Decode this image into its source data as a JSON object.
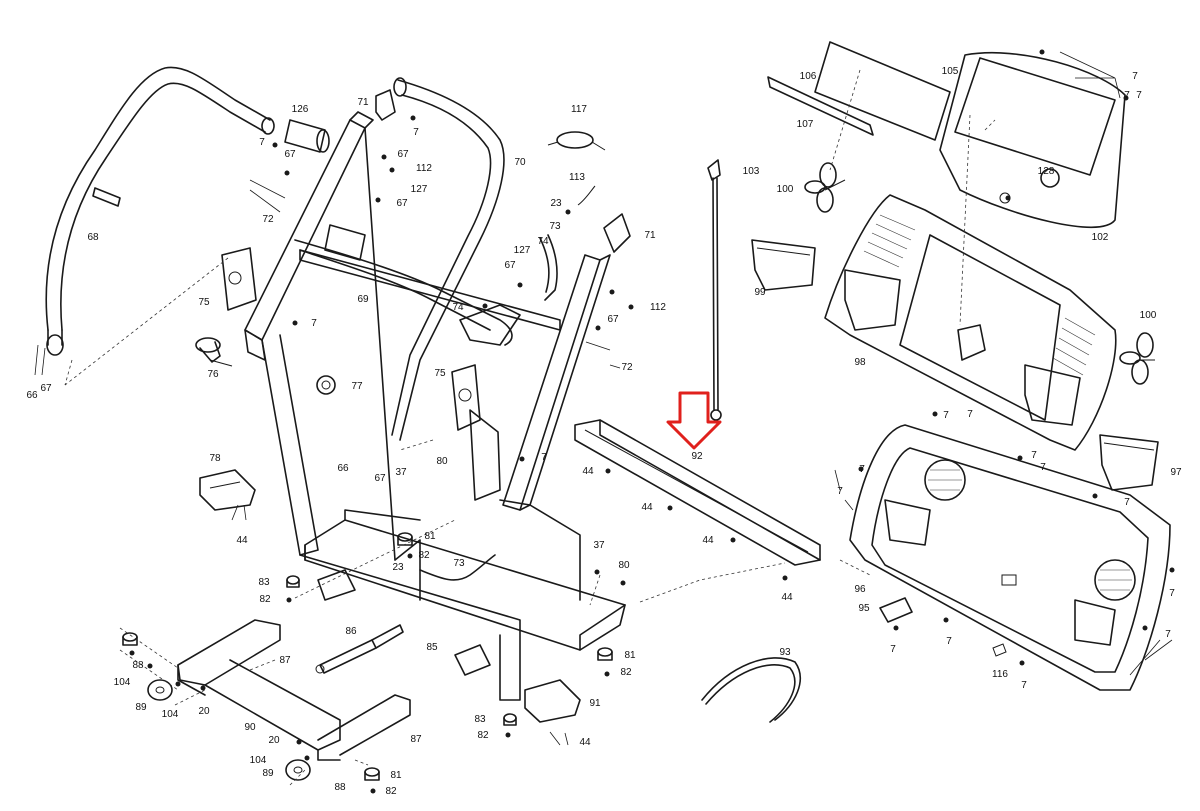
{
  "diagram": {
    "callouts": [
      {
        "label": "126"
      },
      {
        "label": "7"
      },
      {
        "label": "67"
      },
      {
        "label": "72"
      },
      {
        "label": "68"
      },
      {
        "label": "71"
      },
      {
        "label": "7"
      },
      {
        "label": "67"
      },
      {
        "label": "112"
      },
      {
        "label": "127"
      },
      {
        "label": "67"
      },
      {
        "label": "70"
      },
      {
        "label": "117"
      },
      {
        "label": "113"
      },
      {
        "label": "23"
      },
      {
        "label": "73"
      },
      {
        "label": "74"
      },
      {
        "label": "127"
      },
      {
        "label": "67"
      },
      {
        "label": "71"
      },
      {
        "label": "112"
      },
      {
        "label": "74"
      },
      {
        "label": "67"
      },
      {
        "label": "72"
      },
      {
        "label": "103"
      },
      {
        "label": "106"
      },
      {
        "label": "107"
      },
      {
        "label": "105"
      },
      {
        "label": "7"
      },
      {
        "label": "7"
      },
      {
        "label": "7"
      },
      {
        "label": "128"
      },
      {
        "label": "100"
      },
      {
        "label": "102"
      },
      {
        "label": "99"
      },
      {
        "label": "98"
      },
      {
        "label": "100"
      },
      {
        "label": "75"
      },
      {
        "label": "7"
      },
      {
        "label": "69"
      },
      {
        "label": "76"
      },
      {
        "label": "77"
      },
      {
        "label": "66"
      },
      {
        "label": "67"
      },
      {
        "label": "75"
      },
      {
        "label": "78"
      },
      {
        "label": "44"
      },
      {
        "label": "66"
      },
      {
        "label": "67"
      },
      {
        "label": "37"
      },
      {
        "label": "80"
      },
      {
        "label": "7"
      },
      {
        "label": "44"
      },
      {
        "label": "92"
      },
      {
        "label": "44"
      },
      {
        "label": "44"
      },
      {
        "label": "81"
      },
      {
        "label": "82"
      },
      {
        "label": "73"
      },
      {
        "label": "23"
      },
      {
        "label": "83"
      },
      {
        "label": "82"
      },
      {
        "label": "37"
      },
      {
        "label": "80"
      },
      {
        "label": "44"
      },
      {
        "label": "86"
      },
      {
        "label": "85"
      },
      {
        "label": "81"
      },
      {
        "label": "82"
      },
      {
        "label": "87"
      },
      {
        "label": "88"
      },
      {
        "label": "104"
      },
      {
        "label": "89"
      },
      {
        "label": "104"
      },
      {
        "label": "20"
      },
      {
        "label": "90"
      },
      {
        "label": "87"
      },
      {
        "label": "20"
      },
      {
        "label": "104"
      },
      {
        "label": "89"
      },
      {
        "label": "88"
      },
      {
        "label": "81"
      },
      {
        "label": "82"
      },
      {
        "label": "83"
      },
      {
        "label": "82"
      },
      {
        "label": "91"
      },
      {
        "label": "44"
      },
      {
        "label": "93"
      },
      {
        "label": "7"
      },
      {
        "label": "7"
      },
      {
        "label": "7"
      },
      {
        "label": "7"
      },
      {
        "label": "96"
      },
      {
        "label": "95"
      },
      {
        "label": "7"
      },
      {
        "label": "7"
      },
      {
        "label": "116"
      },
      {
        "label": "7"
      },
      {
        "label": "7"
      },
      {
        "label": "7"
      },
      {
        "label": "97"
      },
      {
        "label": "7"
      },
      {
        "label": "7"
      },
      {
        "label": "7"
      }
    ],
    "highlight": {
      "color": "#e0201c"
    }
  }
}
